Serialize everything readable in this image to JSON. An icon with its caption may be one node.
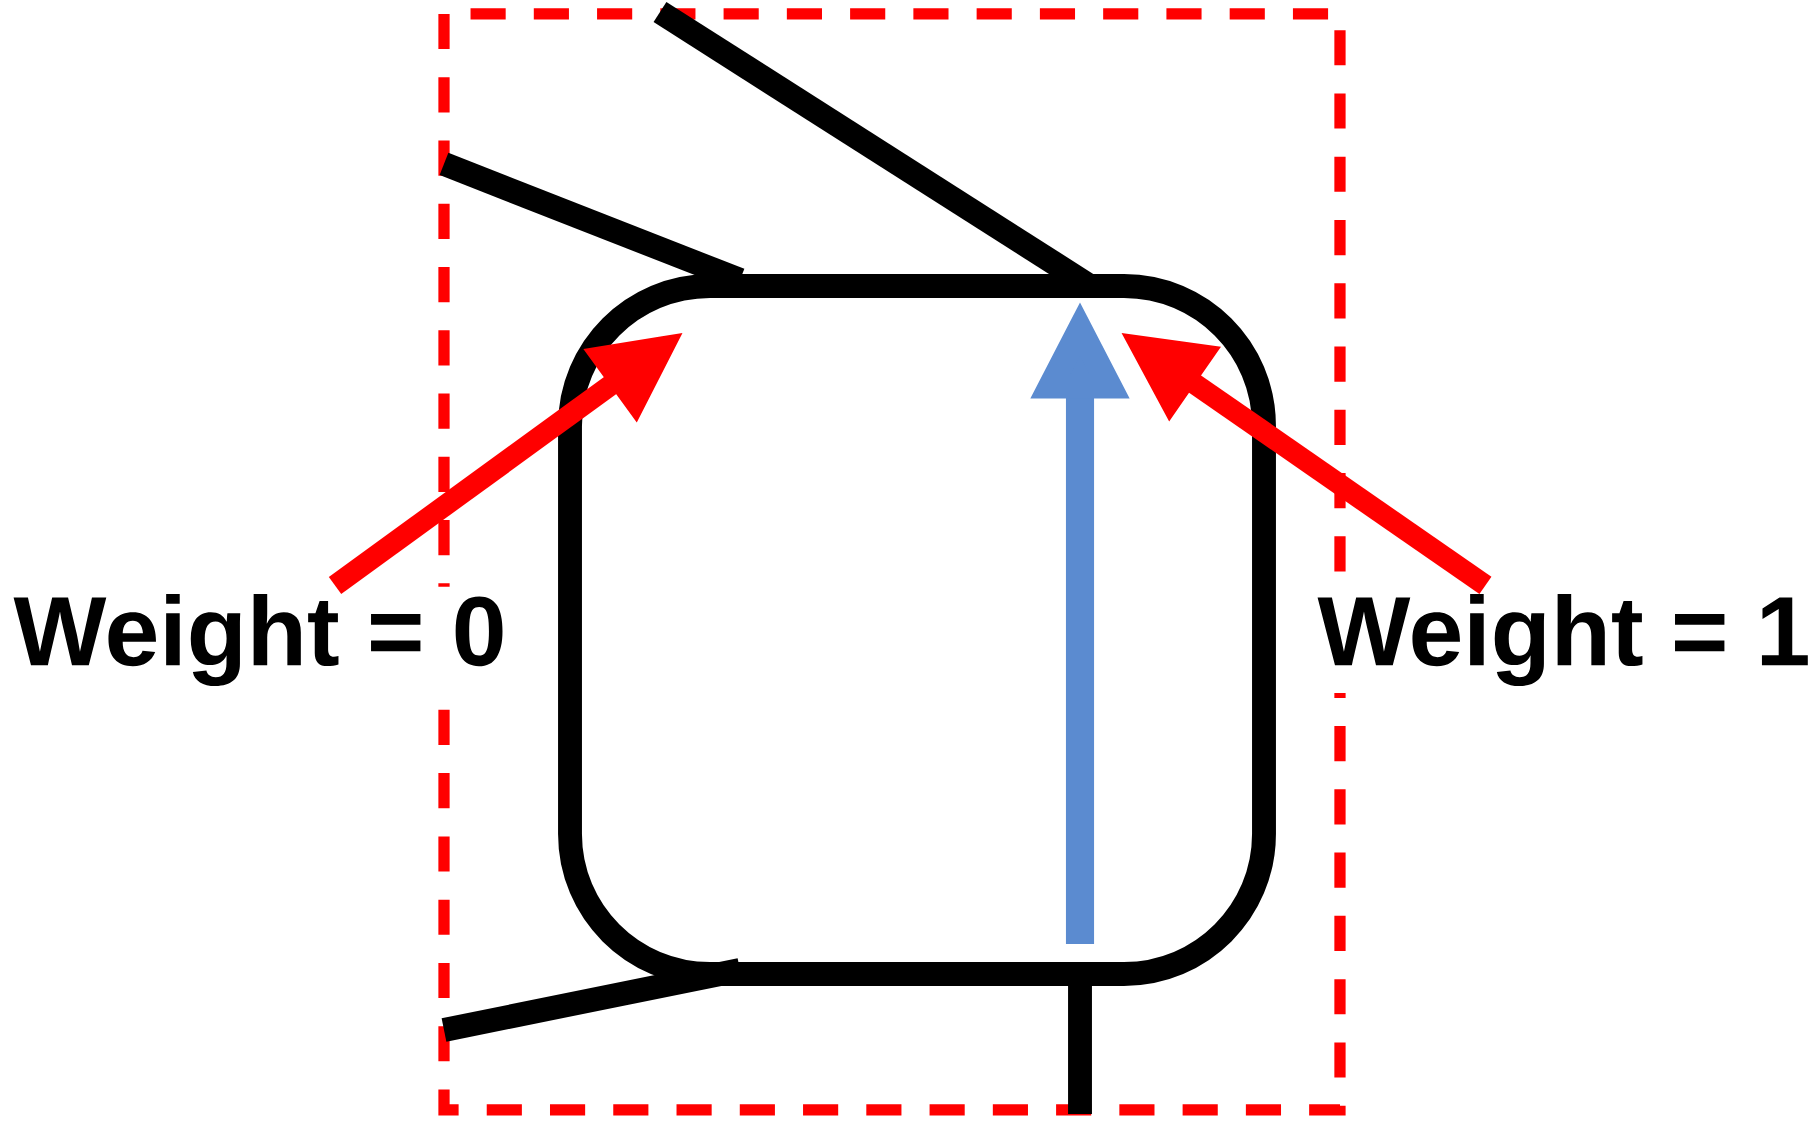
{
  "diagram": {
    "nodes": [
      {
        "text": [
          "Weight = 0"
        ]
      },
      {
        "text": [
          "Weight = 1"
        ]
      }
    ],
    "edges": [
      {
        "from": 0,
        "to": null,
        "arrow": "to",
        "color": "#ff0000"
      },
      {
        "from": 1,
        "to": null,
        "arrow": "to",
        "color": "#ff0000"
      }
    ]
  }
}
